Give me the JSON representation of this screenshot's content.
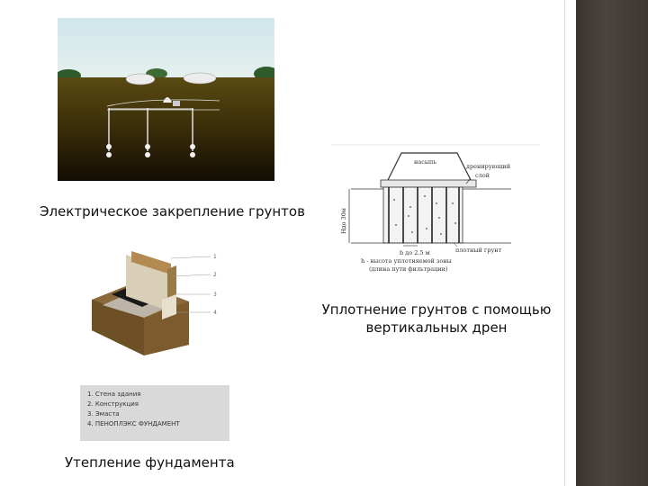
{
  "captions": {
    "electric": "Электрическое закрепление грунтов",
    "drains": "Уплотнение грунтов с помощью вертикальных дрен",
    "insulation": "Утепление фундамента"
  },
  "drain_diagram": {
    "embankment": "насыпь",
    "drain_layer_1": "дренирующий",
    "drain_layer_2": "слой",
    "depth": "Hдо 30м",
    "dense_soil": "плотный грунт",
    "width": "b до 2.5 м",
    "note_1": "h - высота уплотняемой зоны",
    "note_2": "(длина пути фильтрации)"
  },
  "foundation_diagram": {
    "markers": [
      "1",
      "2",
      "3",
      "4"
    ]
  },
  "legend": {
    "items": [
      "1. Стена здания",
      "2. Конструкция",
      "3. Эмаста",
      "4. ПЕНОПЛЭКС ФУНДАМЕНТ"
    ]
  }
}
